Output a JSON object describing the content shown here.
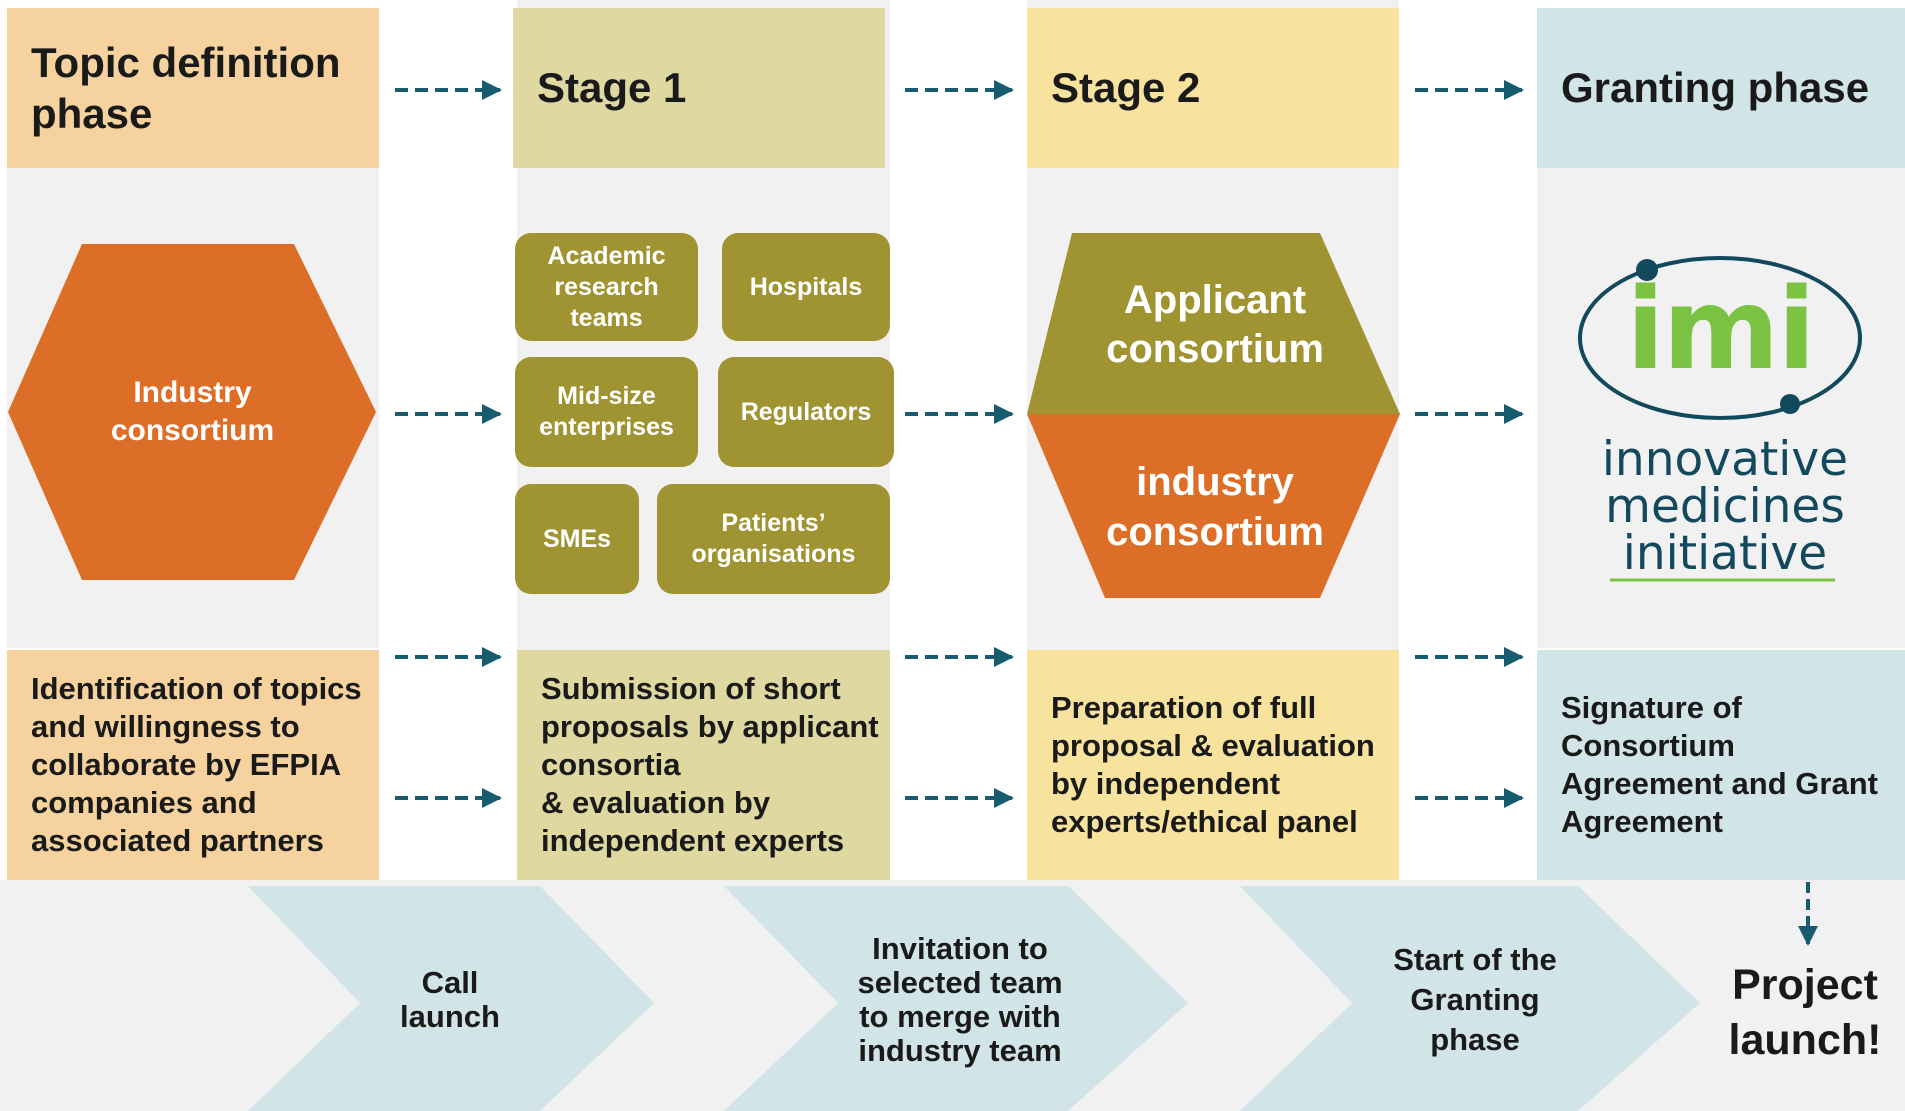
{
  "colors": {
    "topic": "#f6d39e",
    "stage1": "#dfd8a0",
    "stage2": "#f7e29e",
    "granting": "#d1e4e8",
    "olive": "#a09332",
    "orange": "#dd6e27",
    "arrow": "#185a6e",
    "imi_green": "#7cc242",
    "imi_blue": "#13495c"
  },
  "phases": [
    {
      "title": "Topic definition\nphase",
      "description": "Identification of topics and willingness to collaborate by EFPIA companies and associated partners"
    },
    {
      "title": "Stage 1",
      "description": "Submission of short proposals by applicant consortia\n& evaluation by independent experts"
    },
    {
      "title": "Stage 2",
      "description": "Preparation of full proposal & evaluation by independent experts/ethical panel"
    },
    {
      "title": "Granting phase",
      "description": "Signature of Consortium Agreement and Grant Agreement"
    }
  ],
  "industry_consortium": "Industry\nconsortium",
  "stage1_participants": [
    "Academic\nresearch\nteams",
    "Hospitals",
    "Mid-size\nenterprises",
    "Regulators",
    "SMEs",
    "Patients’\norganisations"
  ],
  "stage2_consortia": {
    "applicant": "Applicant\nconsortium",
    "industry": "industry\nconsortium"
  },
  "imi_logo": {
    "mark": "imi",
    "wordmark": [
      "innovative",
      "medicines",
      "initiative"
    ]
  },
  "milestones": [
    "Call\nlaunch",
    "Invitation to\nselected team\nto merge with\nindustry team",
    "Start of the\nGranting\nphase"
  ],
  "final_label": "Project\nlaunch!"
}
